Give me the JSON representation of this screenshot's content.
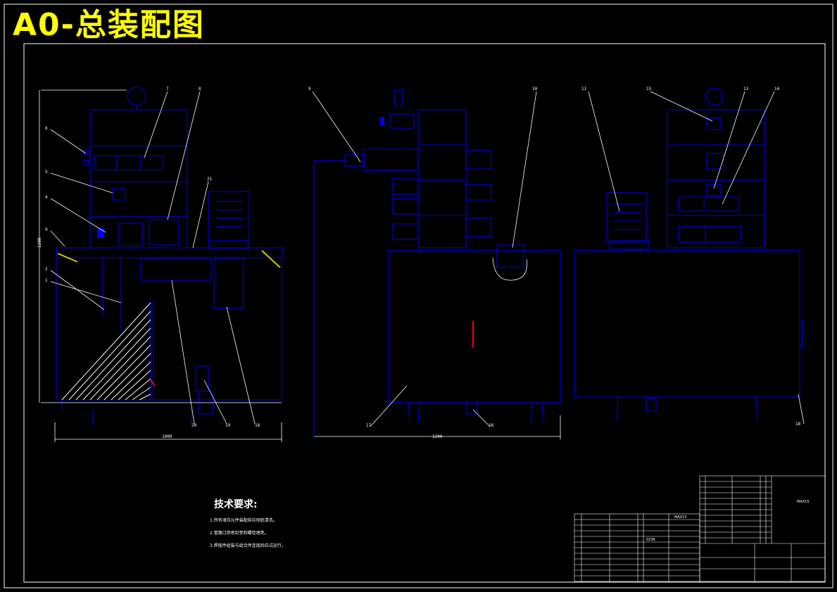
{
  "title": "A0-总装配图",
  "tech_requirements": {
    "heading": "技术要求:",
    "items": [
      "1.所有液压元件装配前应彻底清洗。",
      "2.管路口用密封垫和螺栓堵死。",
      "3.焊接件组装与组合件连接后应试运行。"
    ]
  },
  "part_labels": [
    "1",
    "2",
    "3",
    "4",
    "5",
    "6",
    "7",
    "8",
    "9",
    "10",
    "11",
    "13",
    "14",
    "15",
    "16",
    "17",
    "18",
    "19",
    "20",
    "21"
  ],
  "dimensions": {
    "overall_width_left": "1000",
    "overall_width_mid": "1200",
    "height": "1200"
  },
  "title_block": {
    "model": "MAX15",
    "qty": "0236"
  },
  "colors": {
    "outline": "#0000ff",
    "leader": "#ffffff",
    "title": "#ffff00",
    "accent": "#ff0000",
    "hatch": "#ffffff",
    "fill_yellow": "#cccc00"
  }
}
